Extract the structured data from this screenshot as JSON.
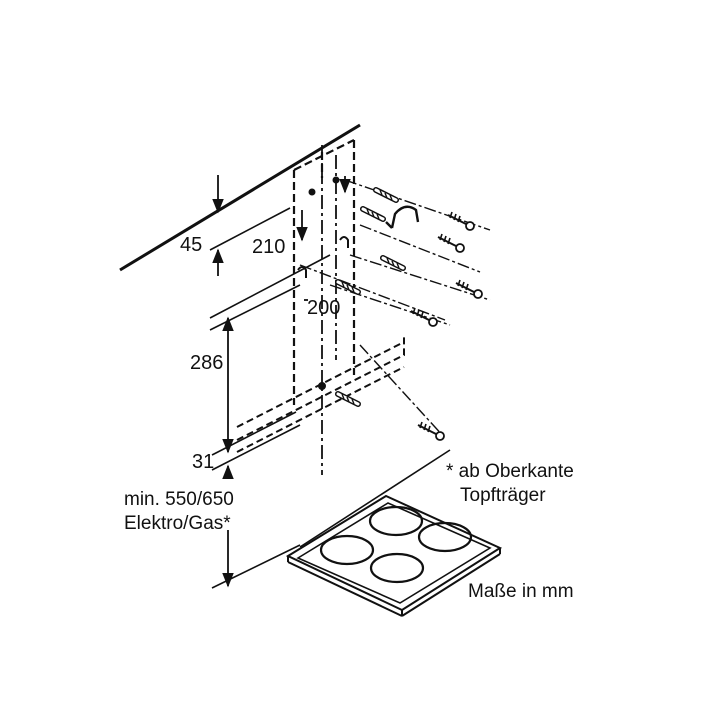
{
  "dimensions": {
    "top_offset": "45",
    "width_upper": "210",
    "width_lower": "200",
    "height": "286",
    "bottom_offset": "31",
    "min_line1": "min. 550/650",
    "min_line2": "Elektro/Gas*"
  },
  "footnote": {
    "line1": "* ab Oberkante",
    "line2": "Topfträger"
  },
  "units_note": "Maße in mm",
  "colors": {
    "ink": "#111111",
    "background": "#ffffff"
  }
}
